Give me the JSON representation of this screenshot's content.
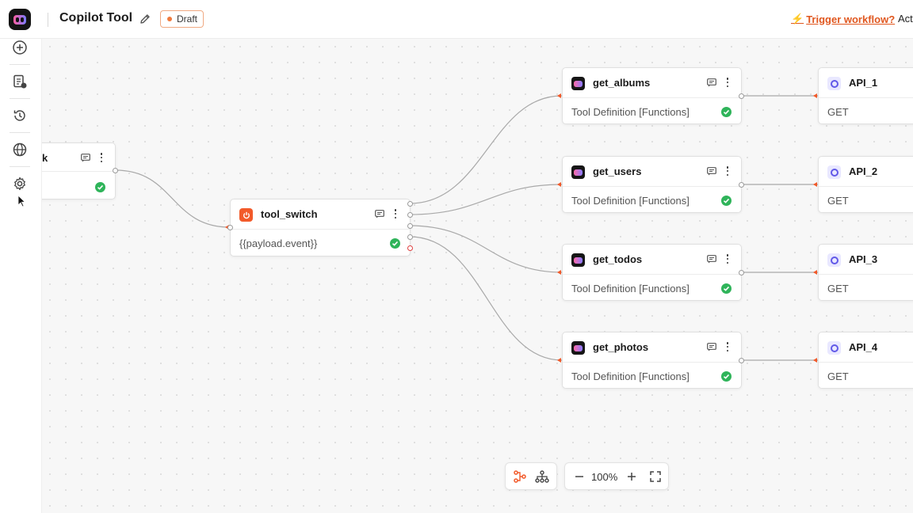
{
  "header": {
    "title": "Copilot Tool",
    "status_badge": "Draft",
    "trigger_link": "Trigger workflow?",
    "right_truncated": "Act"
  },
  "sidebar": {
    "items": [
      {
        "icon": "plus-circle-icon"
      },
      {
        "icon": "logs-icon"
      },
      {
        "icon": "history-icon"
      },
      {
        "icon": "globe-icon"
      },
      {
        "icon": "gear-icon"
      }
    ]
  },
  "nodes": {
    "partial": {
      "name": "k"
    },
    "switch": {
      "name": "tool_switch",
      "body": "{{payload.event}}"
    },
    "tools": [
      {
        "name": "get_albums",
        "body": "Tool Definition [Functions]"
      },
      {
        "name": "get_users",
        "body": "Tool Definition [Functions]"
      },
      {
        "name": "get_todos",
        "body": "Tool Definition [Functions]"
      },
      {
        "name": "get_photos",
        "body": "Tool Definition [Functions]"
      }
    ],
    "apis": [
      {
        "name": "API_1",
        "body": "GET"
      },
      {
        "name": "API_2",
        "body": "GET"
      },
      {
        "name": "API_3",
        "body": "GET"
      },
      {
        "name": "API_4",
        "body": "GET"
      }
    ]
  },
  "controls": {
    "zoom": "100%"
  },
  "colors": {
    "accent": "#f25a2a",
    "success": "#2fb45a",
    "api": "#6159e8"
  }
}
